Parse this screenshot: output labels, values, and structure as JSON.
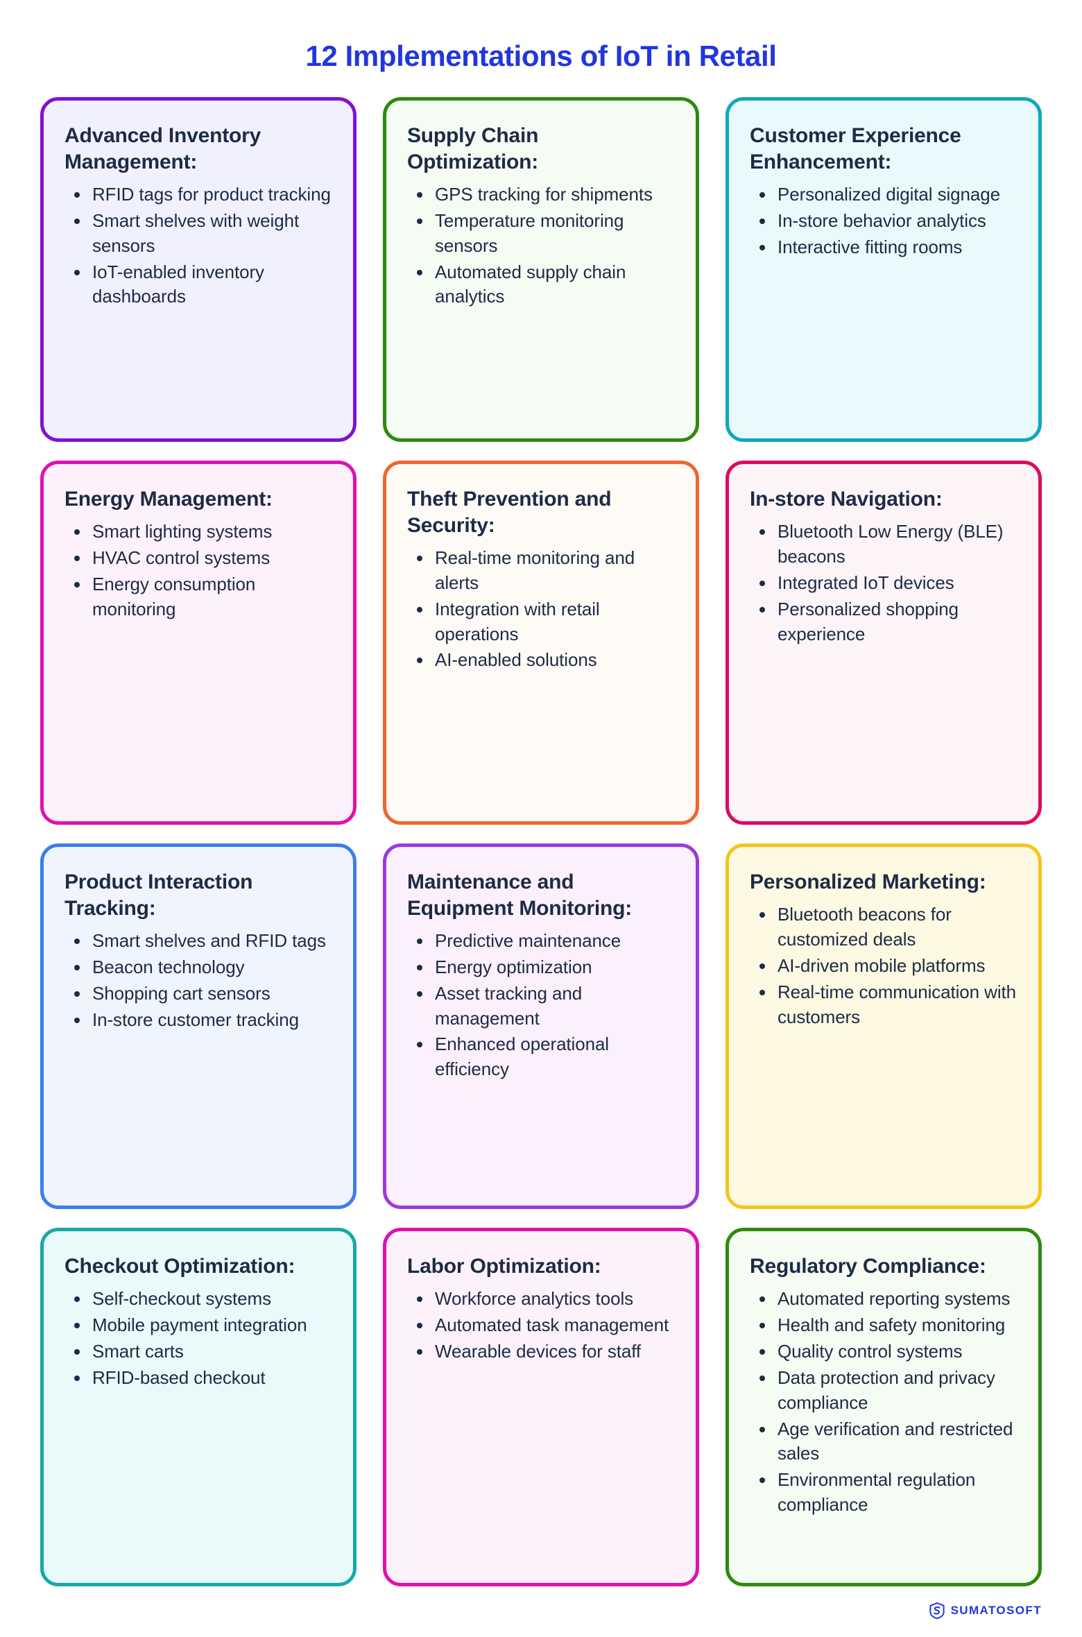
{
  "header": {
    "title": "12 Implementations of IoT in Retail",
    "title_color": "#2136dd"
  },
  "footer": {
    "brand": "SUMATOSOFT",
    "logo_icon": "sumatosoft-shield-logo",
    "brand_color": "#2136dd"
  },
  "cards": [
    {
      "title": "Advanced Inventory Management:",
      "border_color": "#8310d4",
      "background_color": "#f1f1fd",
      "items": [
        "RFID tags for product tracking",
        "Smart shelves with weight sensors",
        "IoT-enabled inventory dashboards"
      ]
    },
    {
      "title": "Supply Chain Optimization:",
      "border_color": "#2d8a0e",
      "background_color": "#f5fcf3",
      "items": [
        "GPS tracking for shipments",
        "Temperature monitoring sensors",
        "Automated supply chain analytics"
      ]
    },
    {
      "title": "Customer Experience Enhancement:",
      "border_color": "#0fa7bc",
      "background_color": "#e9fafc",
      "items": [
        "Personalized digital signage",
        "In-store behavior analytics",
        "Interactive fitting rooms"
      ]
    },
    {
      "title": "Energy Management:",
      "border_color": "#e010b0",
      "background_color": "#fdf1fb",
      "items": [
        "Smart lighting systems",
        "HVAC control systems",
        "Energy consumption monitoring"
      ]
    },
    {
      "title": "Theft Prevention and Security:",
      "border_color": "#f26430",
      "background_color": "#fefaf5",
      "items": [
        "Real-time monitoring and alerts",
        "Integration with retail operations",
        "AI-enabled solutions"
      ]
    },
    {
      "title": "In-store Navigation:",
      "border_color": "#dd0a5e",
      "background_color": "#fdf4f8",
      "items": [
        "Bluetooth Low Energy (BLE) beacons",
        "Integrated IoT devices",
        "Personalized shopping experience"
      ]
    },
    {
      "title": "Product Interaction Tracking:",
      "border_color": "#3b7dee",
      "background_color": "#f0f4fd",
      "items": [
        "Smart shelves and RFID tags",
        "Beacon technology",
        "Shopping cart sensors",
        "In-store customer tracking"
      ]
    },
    {
      "title": "Maintenance and Equipment Monitoring:",
      "border_color": "#9b39de",
      "background_color": "#fcf0fc",
      "items": [
        "Predictive maintenance",
        "Energy optimization",
        "Asset tracking and management",
        "Enhanced operational efficiency"
      ]
    },
    {
      "title": "Personalized Marketing:",
      "border_color": "#f5c518",
      "background_color": "#fdf9e2",
      "items": [
        "Bluetooth beacons for customized deals",
        "AI-driven mobile platforms",
        "Real-time communication with customers"
      ]
    },
    {
      "title": "Checkout Optimization:",
      "border_color": "#17a8a8",
      "background_color": "#e9fafb",
      "items": [
        "Self-checkout systems",
        "Mobile payment integration",
        "Smart carts",
        "RFID-based checkout"
      ]
    },
    {
      "title": "Labor Optimization:",
      "border_color": "#e010b0",
      "background_color": "#fdf2fb",
      "items": [
        "Workforce analytics tools",
        "Automated task management",
        "Wearable devices for staff"
      ]
    },
    {
      "title": "Regulatory Compliance:",
      "border_color": "#2d8a0e",
      "background_color": "#f5fcf3",
      "items": [
        "Automated reporting systems",
        "Health and safety monitoring",
        "Quality control systems",
        "Data protection and privacy compliance",
        "Age verification and restricted sales",
        "Environmental regulation compliance"
      ]
    }
  ]
}
